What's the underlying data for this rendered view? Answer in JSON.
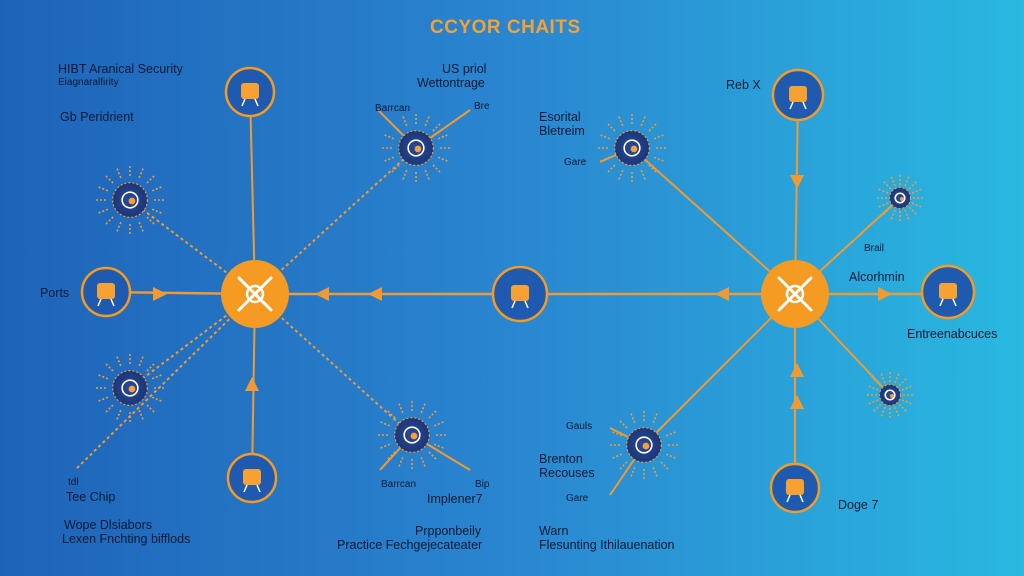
{
  "title": "CCYOR CHAITS",
  "colors": {
    "accent": "#f7a133",
    "line": "#f29a32",
    "node_dark": "#1f3f86",
    "text": "#0c1a33"
  },
  "labels": {
    "top_left": "HIBT Aranical Security",
    "top_left_sub": "Eiagnaralfirity",
    "gb_resident": "Gb Peridrient",
    "ports": "Ports",
    "tee_chip": "Tee Chip",
    "tee_chip_tag": "tdl",
    "wope": "Wope Dlsiabors",
    "lexen": "Lexen Fnchting bifflods",
    "us_priol": "US priol",
    "wettontrage": "Wettontrage",
    "tag_barcan": "Barrcan",
    "tag_bre": "Bre",
    "implener": "Implener7",
    "tag_bottom_left": "Barrcan",
    "tag_bip": "Bip",
    "prpponbeily": "Prpponbeily",
    "practice": "Practice Fechgejecateater",
    "esorital": "Esorital",
    "bletreim": "Bletreim",
    "tag_gare": "Gare",
    "brenton": "Brenton",
    "recouses": "Recouses",
    "tag_gare2": "Gare",
    "tag_gauls": "Gauls",
    "warn": "Warn",
    "flesunting": "Flesunting Ithilauenation",
    "reb_x": "Reb X",
    "tag_brail": "Brail",
    "algorithm": "Alcorhmin",
    "entrenabuces": "Entreenabcuces",
    "doge7": "Doge 7"
  },
  "nodes": [
    {
      "id": "hub-left",
      "kind": "hub",
      "icon": "wrench-cross-icon"
    },
    {
      "id": "hub-right",
      "kind": "hub",
      "icon": "wrench-cross-icon"
    },
    {
      "id": "center-bucket",
      "kind": "ring",
      "icon": "bucket-icon"
    },
    {
      "id": "top-cup",
      "kind": "ring",
      "icon": "cup-icon"
    },
    {
      "id": "ports-node",
      "kind": "ring",
      "icon": "chip-icon"
    },
    {
      "id": "tee-chip-node",
      "kind": "ring",
      "icon": "chef-icon"
    },
    {
      "id": "reb-x-node",
      "kind": "ring",
      "icon": "drone-icon"
    },
    {
      "id": "laptop-node",
      "kind": "ring",
      "icon": "laptop-icon"
    },
    {
      "id": "doge-node",
      "kind": "ring",
      "icon": "bell-icon"
    },
    {
      "id": "sun-top-left",
      "kind": "sunburst",
      "icon": "gear-icon"
    },
    {
      "id": "sun-bottom-left",
      "kind": "sunburst",
      "icon": "gear-icon"
    },
    {
      "id": "sun-top-mid",
      "kind": "sunburst",
      "icon": "gear-icon"
    },
    {
      "id": "sun-bottom-mid",
      "kind": "sunburst",
      "icon": "gear-icon"
    },
    {
      "id": "sun-top-right",
      "kind": "sunburst",
      "icon": "gear-icon"
    },
    {
      "id": "sun-bottom-right",
      "kind": "sunburst",
      "icon": "gear-icon"
    },
    {
      "id": "small-right-top",
      "kind": "sunburst",
      "icon": "drone-icon"
    },
    {
      "id": "small-right-bottom",
      "kind": "sunburst",
      "icon": "drone-icon"
    }
  ]
}
